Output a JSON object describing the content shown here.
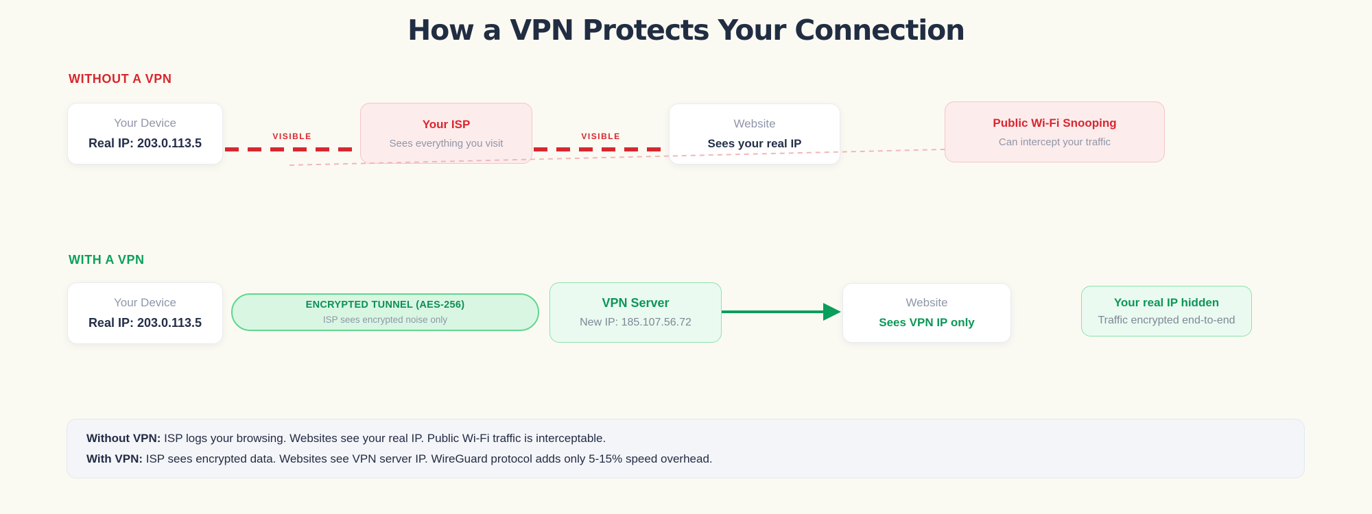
{
  "title": "How a VPN Protects Your Connection",
  "without_vpn": {
    "heading": "WITHOUT A VPN",
    "device": {
      "title": "Your Device",
      "subtitle": "Real IP: 203.0.113.5"
    },
    "link1_label": "VISIBLE",
    "isp": {
      "title": "Your ISP",
      "subtitle": "Sees everything you visit"
    },
    "link2_label": "VISIBLE",
    "website": {
      "title": "Website",
      "subtitle": "Sees your real IP"
    },
    "wifi": {
      "title": "Public Wi-Fi Snooping",
      "subtitle": "Can intercept your traffic"
    }
  },
  "with_vpn": {
    "heading": "WITH A VPN",
    "device": {
      "title": "Your Device",
      "subtitle": "Real IP: 203.0.113.5"
    },
    "tunnel": {
      "title": "ENCRYPTED TUNNEL (AES-256)",
      "subtitle": "ISP sees encrypted noise only"
    },
    "server": {
      "title": "VPN Server",
      "subtitle": "New IP: 185.107.56.72"
    },
    "website": {
      "title": "Website",
      "subtitle": "Sees VPN IP only"
    },
    "hidden": {
      "title": "Your real IP hidden",
      "subtitle": "Traffic encrypted end-to-end"
    }
  },
  "summary": {
    "line1_label": "Without VPN:",
    "line1_text": " ISP logs your browsing. Websites see your real IP. Public Wi-Fi traffic is interceptable.",
    "line2_label": "With VPN:",
    "line2_text": " ISP sees encrypted data. Websites see VPN server IP. WireGuard protocol adds only 5-15% speed overhead."
  },
  "colors": {
    "background": "#fbfaf2",
    "danger_red": "#d8262e",
    "dashed_link_red": "#d7282f",
    "faint_dotted_pink": "#f1b6b9",
    "pink_card_bg": "#fdecec",
    "success_green": "#0aa05b",
    "green_card_bg": "#eafaf1",
    "tunnel_bg": "#d9f6e3",
    "tunnel_border": "#5fd68f",
    "navy_text": "#232e48",
    "muted_text": "#8e96a8",
    "summary_bg": "#f4f5f9"
  }
}
